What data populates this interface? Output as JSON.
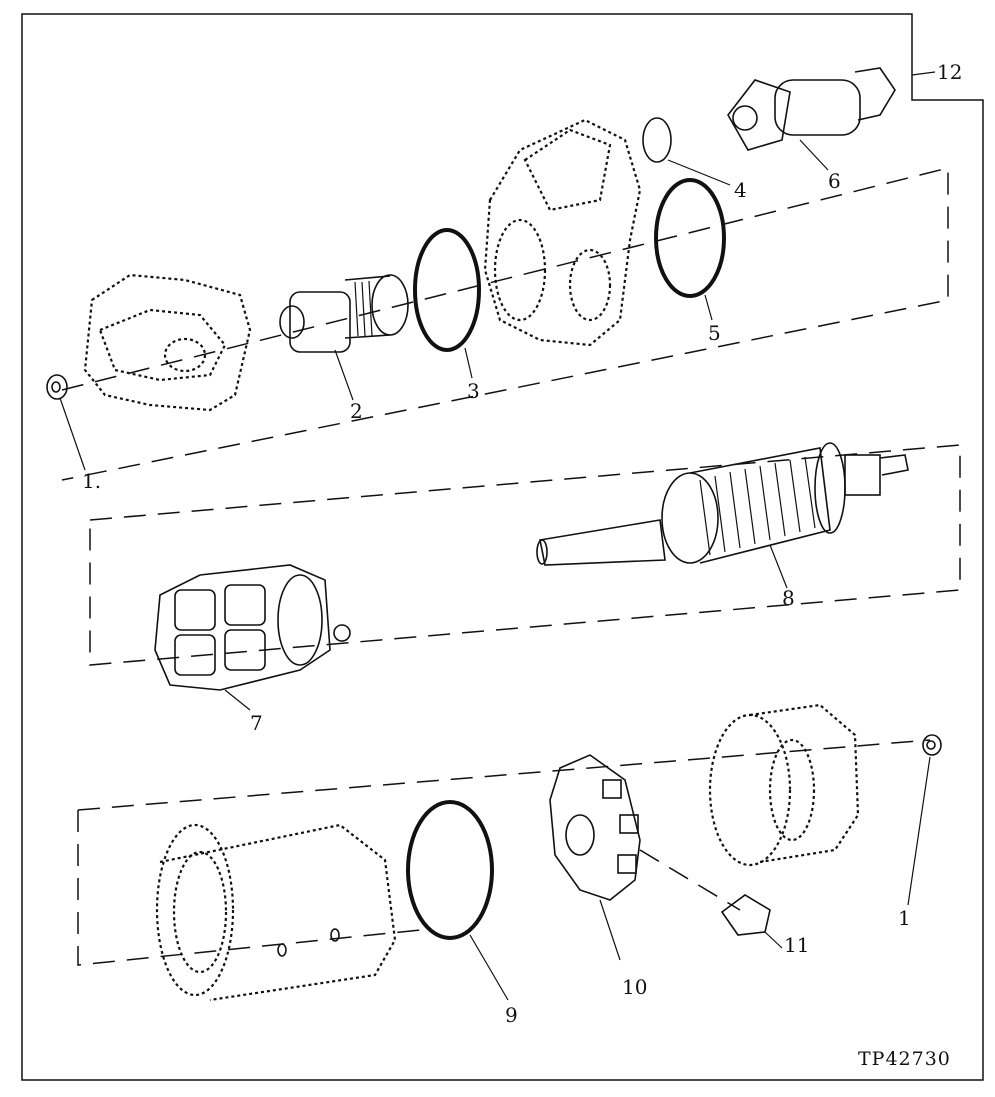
{
  "callouts": {
    "c1a": "1.",
    "c1b": "1",
    "c2": "2",
    "c3": "3",
    "c4": "4",
    "c5": "5",
    "c6": "6",
    "c7": "7",
    "c8": "8",
    "c9": "9",
    "c10": "10",
    "c11": "11",
    "c12": "12"
  },
  "figure_id": "TP42730"
}
